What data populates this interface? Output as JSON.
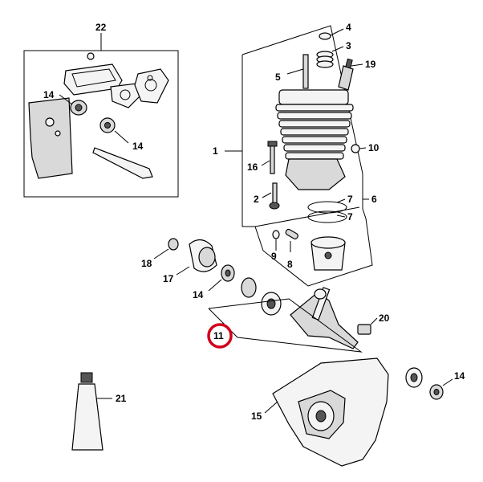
{
  "diagram": {
    "highlight_color": "#d0021b",
    "highlighted_part": "11",
    "callouts": {
      "p22": "22",
      "p4": "4",
      "p3": "3",
      "p5": "5",
      "p19": "19",
      "p14a": "14",
      "p14b": "14",
      "p14c": "14",
      "p14d": "14",
      "p1": "1",
      "p16": "16",
      "p10": "10",
      "p2": "2",
      "p7a": "7",
      "p7b": "7",
      "p6": "6",
      "p18": "18",
      "p9": "9",
      "p8": "8",
      "p17": "17",
      "p20": "20",
      "p11": "11",
      "p21": "21",
      "p15": "15"
    }
  }
}
